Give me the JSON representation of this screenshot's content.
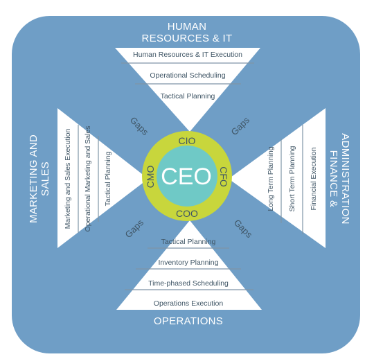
{
  "colors": {
    "background_panel": "#6f9ec6",
    "triangle_fill": "#ffffff",
    "ring": "#c8d63c",
    "center": "#6fc9c6",
    "text": "#3f5565",
    "side_title": "#ffffff"
  },
  "top": {
    "title_line1": "HUMAN",
    "title_line2": "RESOURCES & IT",
    "items": [
      "Human Resources & IT Execution",
      "Operational Scheduling",
      "Tactical Planning"
    ]
  },
  "bottom": {
    "title": "OPERATIONS",
    "items": [
      "Tactical Planning",
      "Inventory Planning",
      "Time-phased Scheduling",
      "Operations Execution"
    ]
  },
  "left": {
    "title_line1": "MARKETING AND",
    "title_line2": "SALES",
    "items": [
      "Marketing and Sales Execution",
      "Operational Marketing and Sales",
      "Tactical Planning"
    ]
  },
  "right": {
    "title_line1": "FINANCE &",
    "title_line2": "ADMINISTRATION",
    "items": [
      "Long Term Planning",
      "Short Term Planning",
      "Financial Execution"
    ]
  },
  "gaps": {
    "top_left": "Gaps",
    "top_right": "Gaps",
    "bottom_left": "Gaps",
    "bottom_right": "Gaps"
  },
  "center": {
    "ceo": "CEO",
    "cio": "CIO",
    "cfo": "CFO",
    "coo": "COO",
    "cmo": "CMO"
  }
}
